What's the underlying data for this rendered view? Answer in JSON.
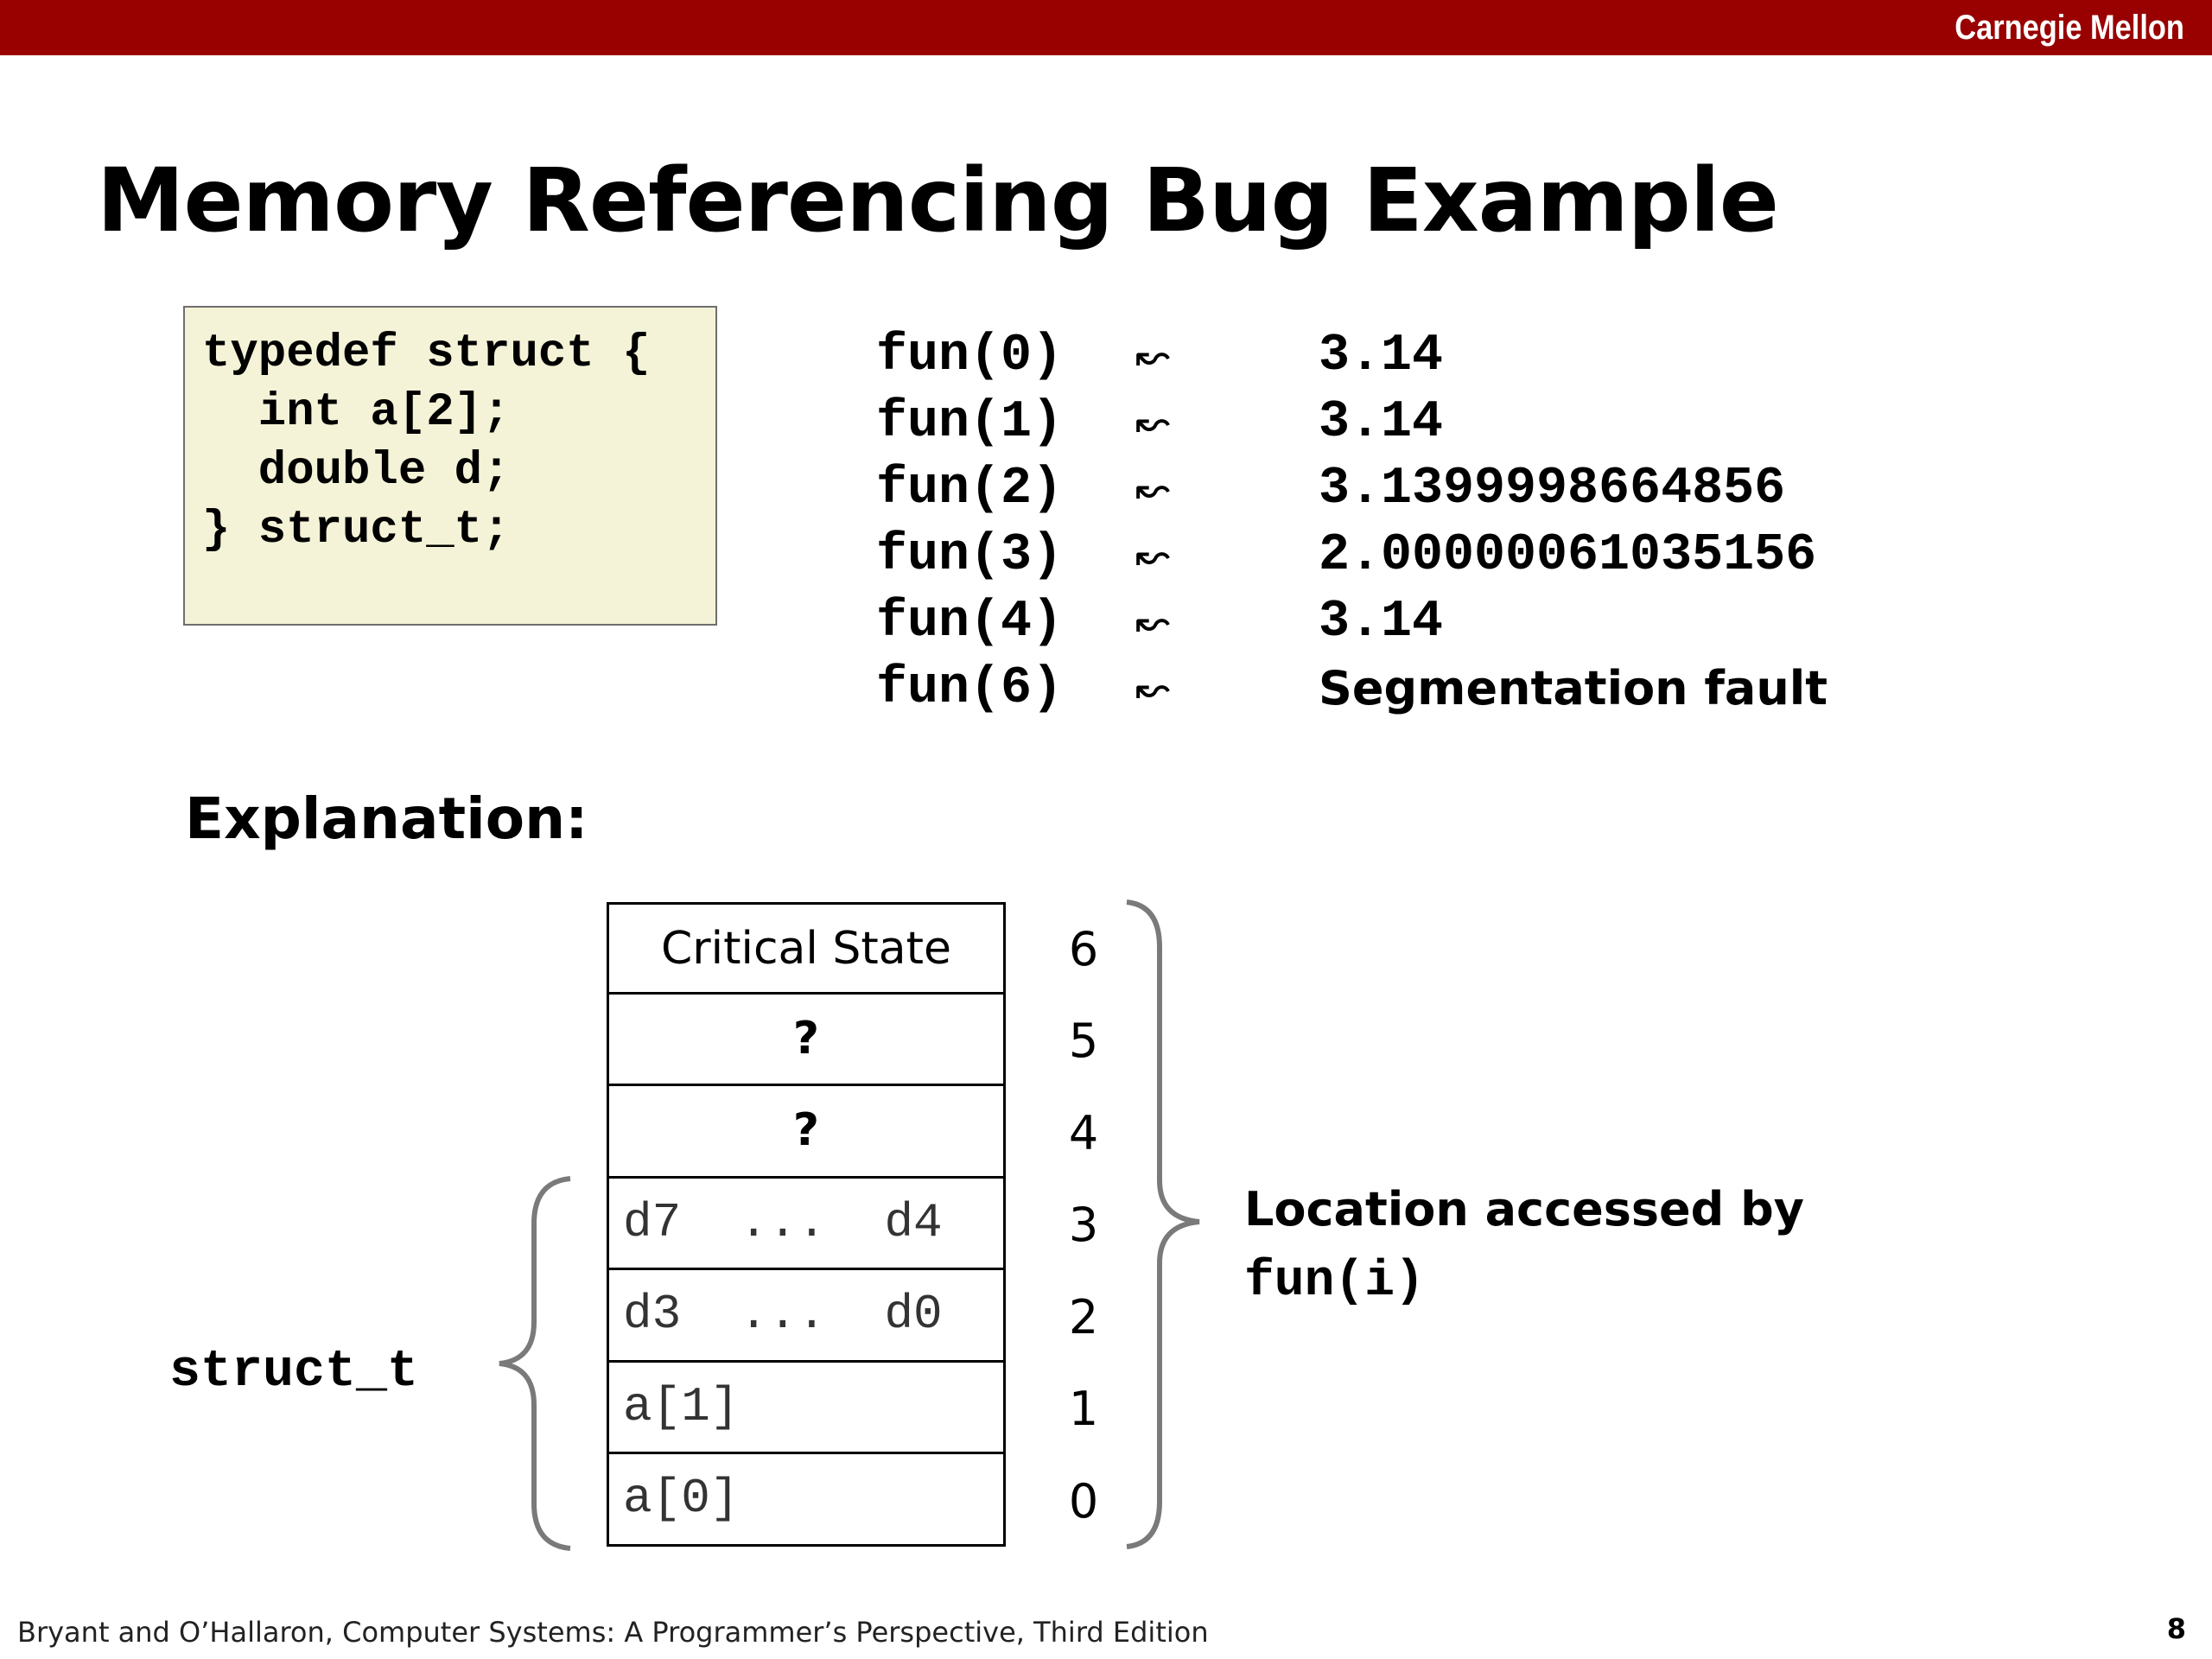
{
  "header": {
    "brand": "Carnegie Mellon",
    "bar_color": "#990000"
  },
  "slide": {
    "title": "Memory Referencing Bug Example"
  },
  "code": {
    "lines": [
      "typedef struct {",
      "  int a[2];",
      "  double d;",
      "} struct_t;"
    ],
    "background": "#f5f3d7"
  },
  "results": [
    {
      "call": "fun(0)",
      "arrow": "↝",
      "value": "3.14"
    },
    {
      "call": "fun(1)",
      "arrow": "↝",
      "value": "3.14"
    },
    {
      "call": "fun(2)",
      "arrow": "↝",
      "value": "3.1399998664856"
    },
    {
      "call": "fun(3)",
      "arrow": "↝",
      "value": "2.00000061035156"
    },
    {
      "call": "fun(4)",
      "arrow": "↝",
      "value": "3.14"
    },
    {
      "call": "fun(6)",
      "arrow": "↝",
      "value": "Segmentation fault"
    }
  ],
  "explanation": {
    "heading": "Explanation:",
    "cells": [
      {
        "label": "Critical State",
        "index": "6"
      },
      {
        "label": "?",
        "index": "5"
      },
      {
        "label": "?",
        "index": "4"
      },
      {
        "label": "d7  ...  d4",
        "index": "3"
      },
      {
        "label": "d3  ...  d0",
        "index": "2"
      },
      {
        "label": "a[1]",
        "index": "1"
      },
      {
        "label": "a[0]",
        "index": "0"
      }
    ],
    "struct_label": "struct_t",
    "location_label": "Location accessed by",
    "location_call": "fun(i)"
  },
  "footer": {
    "citation": "Bryant and O’Hallaron, Computer Systems: A Programmer’s Perspective, Third Edition",
    "page": "8"
  }
}
